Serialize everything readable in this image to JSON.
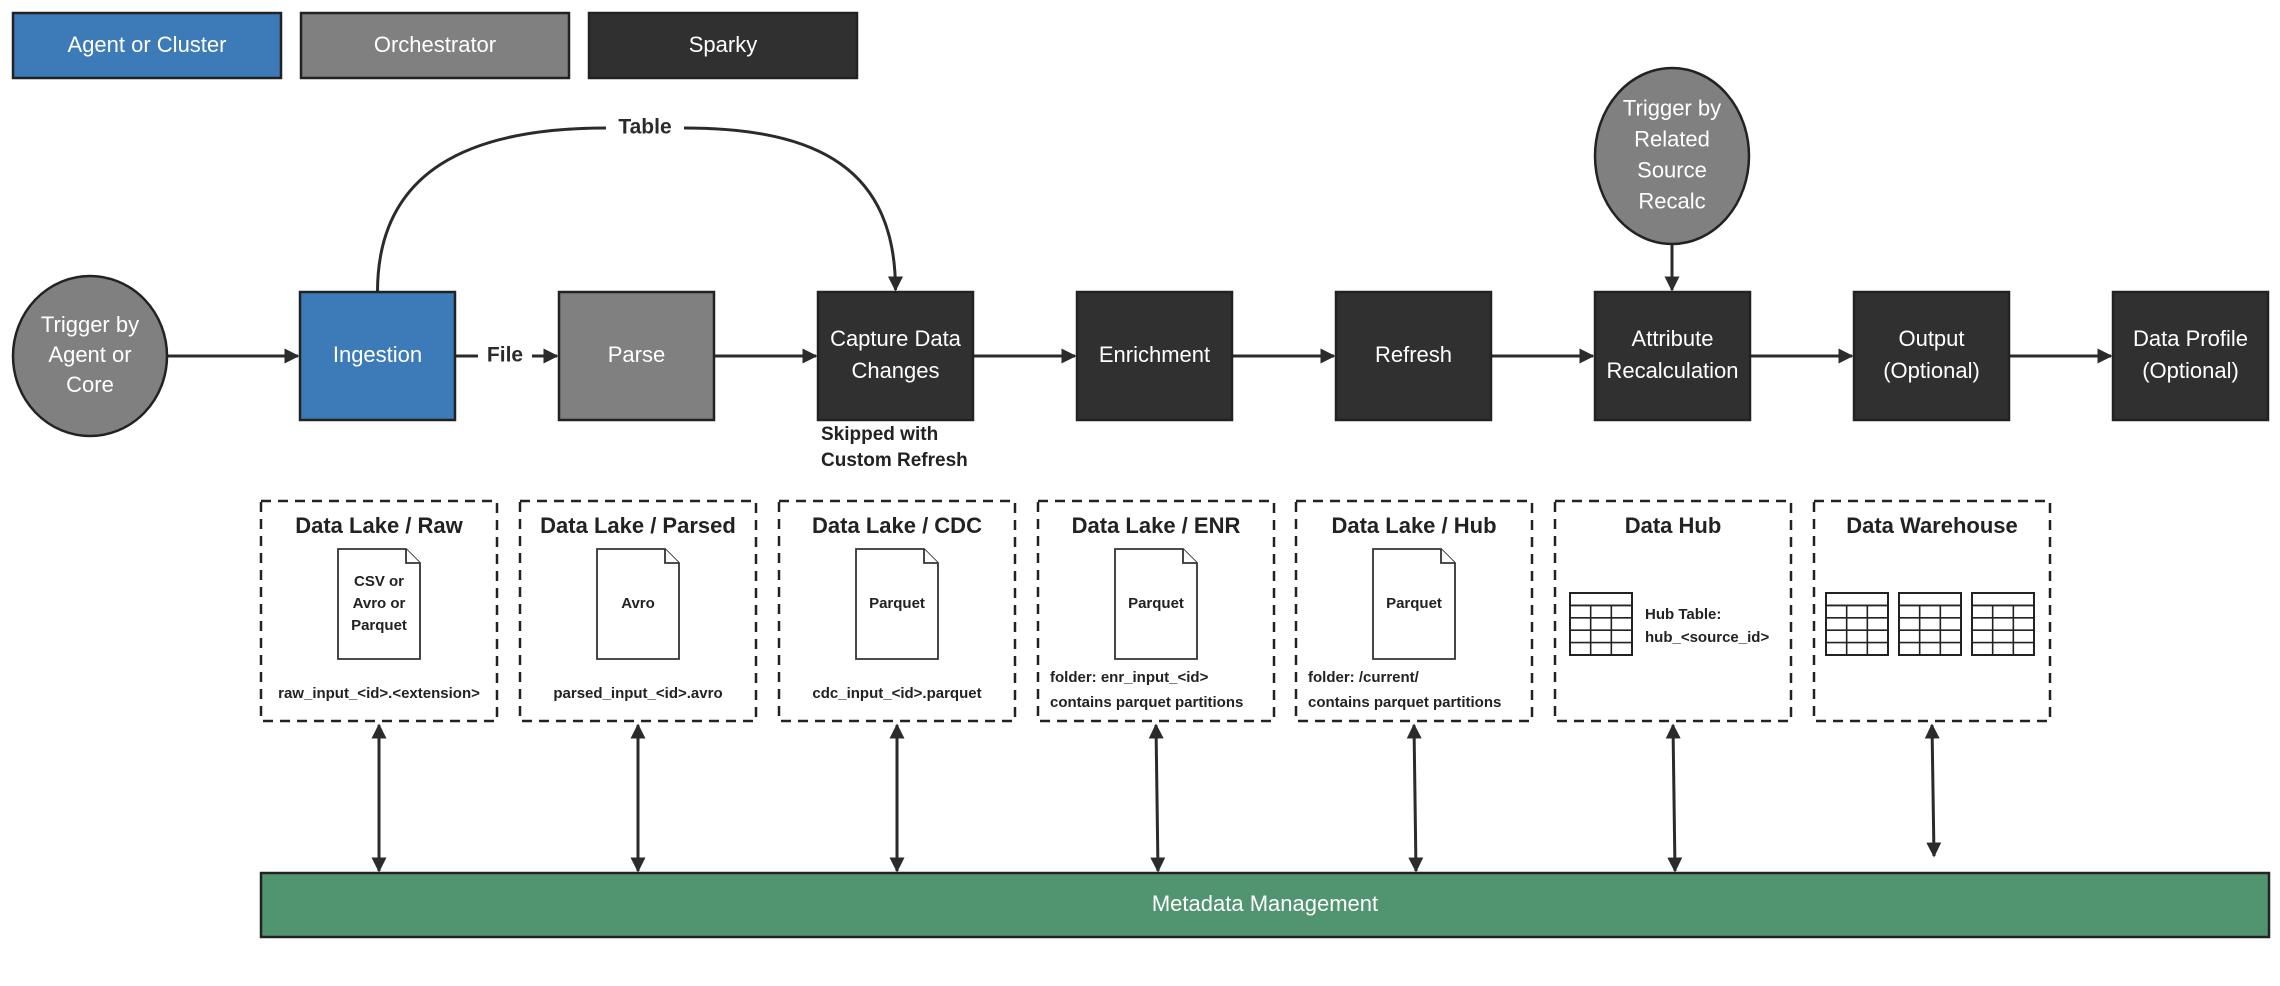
{
  "legend": [
    {
      "label": "Agent or Cluster",
      "color": "#3d7bb8"
    },
    {
      "label": "Orchestrator",
      "color": "#808080"
    },
    {
      "label": "Sparky",
      "color": "#303030"
    }
  ],
  "triggers": {
    "agent_core": [
      "Trigger by",
      "Agent or",
      "Core"
    ],
    "related_source": [
      "Trigger by",
      "Related",
      "Source",
      "Recalc"
    ]
  },
  "pipeline": [
    {
      "lines": [
        "Ingestion"
      ],
      "kind": "agent"
    },
    {
      "lines": [
        "Parse"
      ],
      "kind": "orchestrator"
    },
    {
      "lines": [
        "Capture Data",
        "Changes"
      ],
      "kind": "sparky"
    },
    {
      "lines": [
        "Enrichment"
      ],
      "kind": "sparky"
    },
    {
      "lines": [
        "Refresh"
      ],
      "kind": "sparky"
    },
    {
      "lines": [
        "Attribute",
        "Recalculation"
      ],
      "kind": "sparky"
    },
    {
      "lines": [
        "Output",
        "(Optional)"
      ],
      "kind": "sparky"
    },
    {
      "lines": [
        "Data Profile",
        "(Optional)"
      ],
      "kind": "sparky"
    }
  ],
  "edge_labels": {
    "file": "File",
    "table": "Table"
  },
  "cdc_note": [
    "Skipped with",
    "Custom Refresh"
  ],
  "storage": [
    {
      "title": "Data Lake / Raw",
      "doc": [
        "CSV or",
        "Avro or",
        "Parquet"
      ],
      "caption": [
        "raw_input_<id>.<extension>"
      ]
    },
    {
      "title": "Data Lake / Parsed",
      "doc": [
        "Avro"
      ],
      "caption": [
        "parsed_input_<id>.avro"
      ]
    },
    {
      "title": "Data Lake / CDC",
      "doc": [
        "Parquet"
      ],
      "caption": [
        "cdc_input_<id>.parquet"
      ]
    },
    {
      "title": "Data Lake / ENR",
      "doc": [
        "Parquet"
      ],
      "caption": [
        "folder: enr_input_<id>",
        "contains parquet partitions"
      ]
    },
    {
      "title": "Data Lake / Hub",
      "doc": [
        "Parquet"
      ],
      "caption": [
        "folder: /current/",
        "contains parquet partitions"
      ]
    },
    {
      "title": "Data Hub",
      "hub_label": [
        "Hub Table:",
        "hub_<source_id>"
      ]
    },
    {
      "title": "Data Warehouse"
    }
  ],
  "metadata": {
    "label": "Metadata Management",
    "color": "#519470"
  }
}
